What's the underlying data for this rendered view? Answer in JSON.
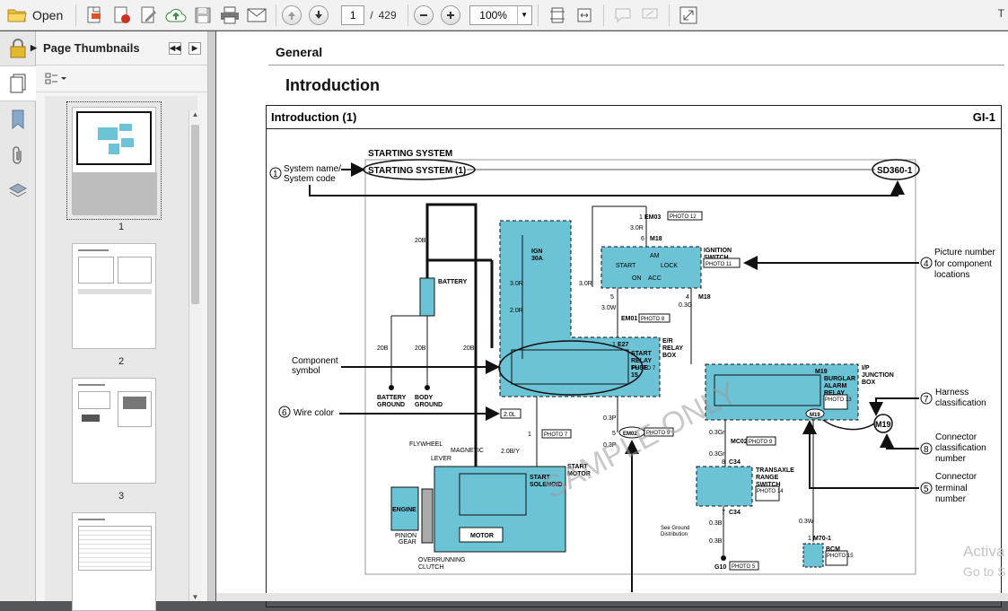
{
  "toolbar": {
    "open_label": "Open",
    "page_current": "1",
    "page_sep": "/",
    "page_total": "429",
    "zoom_value": "100%"
  },
  "panel": {
    "title": "Page Thumbnails",
    "thumbnails": [
      {
        "label": "1"
      },
      {
        "label": "2"
      },
      {
        "label": "3"
      }
    ]
  },
  "page": {
    "section": "General",
    "heading": "Introduction",
    "box_title": "Introduction (1)",
    "box_code": "GI-1",
    "diagram": {
      "system_header": "STARTING SYSTEM",
      "system_name_box": "STARTING SYSTEM (1)",
      "system_code_box": "SD360-1",
      "watermark_text": "SAMPLE ONLY",
      "callouts": [
        {
          "num": "1",
          "text": [
            "System name/",
            "System code"
          ]
        },
        {
          "num": "4",
          "text": [
            "Picture number",
            "for component",
            "locations"
          ]
        },
        {
          "num": "",
          "text": [
            "Component",
            "symbol"
          ]
        },
        {
          "num": "6",
          "text": [
            "Wire color"
          ]
        },
        {
          "num": "7",
          "text": [
            "Harness",
            "classification"
          ]
        },
        {
          "num": "8",
          "text": [
            "Connector",
            "classification",
            "number"
          ]
        },
        {
          "num": "5",
          "text": [
            "Connector",
            "terminal",
            "number"
          ]
        }
      ],
      "components": {
        "battery": "BATTERY",
        "battery_ground": [
          "BATTERY",
          "GROUND"
        ],
        "body_ground": [
          "BODY",
          "GROUND"
        ],
        "ign_fuse": [
          "IGN",
          "30A"
        ],
        "ignition_switch": [
          "IGNITION",
          "SWITCH"
        ],
        "switch_positions": [
          "AM",
          "START",
          "LOCK",
          "ON",
          "ACC"
        ],
        "er_relay_box": [
          "E/R",
          "RELAY",
          "BOX"
        ],
        "start_relay": [
          "START",
          "RELAY",
          "FUSE",
          "15"
        ],
        "burglar_relay": [
          "BURGLAR",
          "ALARM",
          "RELAY"
        ],
        "vp_junction": [
          "I/P",
          "JUNCTION",
          "BOX"
        ],
        "start_motor": [
          "START",
          "MOTOR"
        ],
        "start_solenoid": [
          "START",
          "SOLENOID"
        ],
        "engine": "ENGINE",
        "motor": "MOTOR",
        "flywheel": "FLYWHEEL",
        "magnetic_lever": [
          "MAGNETIC",
          "LEVER"
        ],
        "pinion_gear": [
          "PINION",
          "GEAR"
        ],
        "overrunning_clutch": [
          "OVERRUNNING",
          "CLUTCH"
        ],
        "transaxle": [
          "TRANSAXLE",
          "RANGE",
          "SWITCH"
        ],
        "bcm": "BCM",
        "see_ground": [
          "See Ground",
          "Distribution"
        ],
        "m19_circle": "M19"
      },
      "photos": [
        "PHOTO 12",
        "PHOTO 11",
        "PHOTO 8",
        "PHOTO 13",
        "PHOTO 7",
        "PHOTO 9",
        "PHOTO 9",
        "PHOTO 14",
        "PHOTO 15",
        "PHOTO 5"
      ],
      "connectors": [
        "EM03",
        "M18",
        "M18",
        "EM01",
        "E27",
        "M19",
        "M19",
        "EM02",
        "MC02",
        "C34",
        "C34",
        "G10",
        "M70-1"
      ],
      "wire_labels": [
        "20B",
        "20B",
        "20B",
        "20B",
        "3.0R",
        "3.0R",
        "3.0R",
        "2.0R",
        "3.0W",
        "0.3G",
        "2.0L",
        "0.3P",
        "0.3P",
        "2.0B/Y",
        "0.3Gr",
        "0.3Gr",
        "0.3B",
        "0.3B",
        "0.3W"
      ],
      "pins": [
        "1",
        "6",
        "5",
        "4",
        "1",
        "5",
        "6",
        "5",
        "6",
        "1",
        "5",
        "1",
        "8",
        "7",
        "1"
      ]
    }
  },
  "side_watermark": {
    "line1": "Activa",
    "line2": "Go to S"
  }
}
